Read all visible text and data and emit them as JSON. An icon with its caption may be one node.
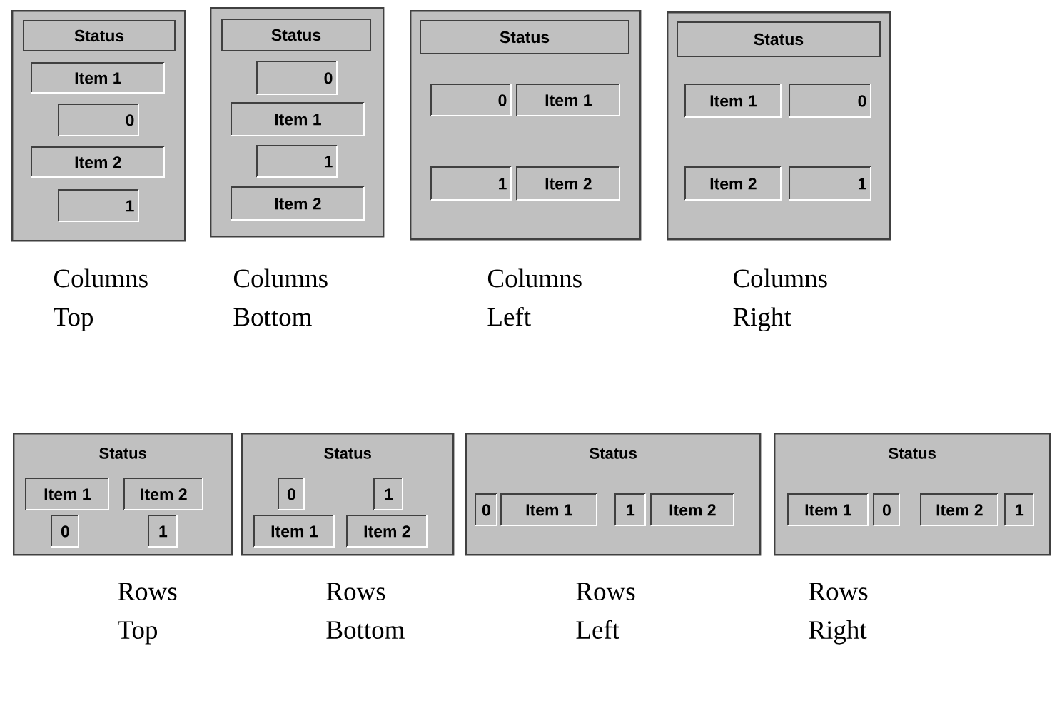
{
  "diagram": {
    "nodes": [
      {
        "text": [],
        "shape": "box",
        "beside": [
          "Columns Top"
        ]
      },
      {
        "text": [
          "Status"
        ],
        "in": 0
      },
      {
        "text": [
          "Item 1"
        ],
        "in": 0
      },
      {
        "text": [
          "0"
        ],
        "in": 0
      },
      {
        "text": [
          "Item 2"
        ],
        "in": 0
      },
      {
        "text": [
          "1"
        ],
        "in": 0
      },
      {
        "text": [],
        "shape": "box",
        "beside": [
          "Columns Bottom"
        ]
      },
      {
        "text": [
          "Status"
        ],
        "in": 6
      },
      {
        "text": [
          "0"
        ],
        "in": 6
      },
      {
        "text": [
          "Item 1"
        ],
        "in": 6
      },
      {
        "text": [
          "1"
        ],
        "in": 6
      },
      {
        "text": [
          "Item 2"
        ],
        "in": 6
      },
      {
        "text": [],
        "shape": "box",
        "beside": [
          "Columns Left"
        ]
      },
      {
        "text": [
          "Status"
        ],
        "in": 12
      },
      {
        "text": [
          "0"
        ],
        "in": 12
      },
      {
        "text": [
          "Item 1"
        ],
        "in": 12
      },
      {
        "text": [
          "1"
        ],
        "in": 12
      },
      {
        "text": [
          "Item 2"
        ],
        "in": 12
      },
      {
        "text": [],
        "shape": "box",
        "beside": [
          "Columns Right"
        ]
      },
      {
        "text": [
          "Status"
        ],
        "in": 18
      },
      {
        "text": [
          "Item 1"
        ],
        "in": 18
      },
      {
        "text": [
          "0"
        ],
        "in": 18
      },
      {
        "text": [
          "Item 2"
        ],
        "in": 18
      },
      {
        "text": [
          "1"
        ],
        "in": 18
      },
      {
        "text": [
          "Status"
        ],
        "beside": [
          "Rows Top"
        ]
      },
      {
        "text": [
          "Item 1"
        ],
        "in": 24
      },
      {
        "text": [
          "Item 2"
        ],
        "in": 24
      },
      {
        "text": [
          "0"
        ],
        "in": 24
      },
      {
        "text": [
          "1"
        ],
        "in": 24
      },
      {
        "text": [
          "Status"
        ],
        "beside": [
          "Rows Bottom"
        ]
      },
      {
        "text": [
          "0"
        ],
        "in": 29
      },
      {
        "text": [
          "1"
        ],
        "in": 29
      },
      {
        "text": [
          "Item 1"
        ],
        "in": 29
      },
      {
        "text": [
          "Item 2"
        ],
        "in": 29
      },
      {
        "text": [
          "Status"
        ],
        "beside": [
          "Rows Left"
        ]
      },
      {
        "text": [
          "0"
        ],
        "in": 34
      },
      {
        "text": [
          "Item 1"
        ],
        "in": 34
      },
      {
        "text": [
          "1"
        ],
        "in": 34
      },
      {
        "text": [
          "Item 2"
        ],
        "in": 34
      },
      {
        "text": [
          "Status"
        ],
        "beside": [
          "Rows Right"
        ]
      },
      {
        "text": [
          "Item 1"
        ],
        "in": 39
      },
      {
        "text": [
          "0"
        ],
        "in": 39
      },
      {
        "text": [
          "Item 2"
        ],
        "in": 39
      },
      {
        "text": [
          "1"
        ],
        "in": 39
      }
    ]
  }
}
